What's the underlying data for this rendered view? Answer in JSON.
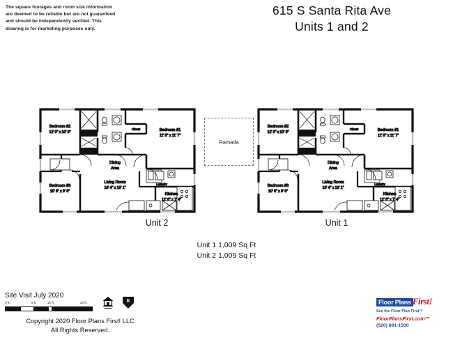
{
  "disclaimer": {
    "line1": "The square footages and room size information",
    "line2": "are deemed to be reliable but are not guaranteed",
    "line3": "and should be independently verified. This",
    "line4": "drawing is for marketing purposes only."
  },
  "title": {
    "address": "615 S Santa Rita Ave",
    "units": "Units 1 and 2"
  },
  "ramada": {
    "label": "Ramada"
  },
  "units": [
    {
      "caption": "Unit 2",
      "rooms": {
        "bedroom2": {
          "name": "Bedroom #2",
          "dim": "12' 0\" x 10' 3\""
        },
        "bedroom1": {
          "name": "Bedroom #1",
          "dim": "11' 5\" x 11' 7\""
        },
        "bedroom3": {
          "name": "Bedroom #3",
          "dim": "10' 5\" x 9' 8\""
        },
        "living": {
          "name": "Living Room",
          "dim": "16' 4\" x 13' 1\""
        },
        "kitchen": {
          "name": "Kitchen",
          "dim": "12' 8\" x 7' 4\""
        },
        "dining": {
          "name1": "Dining",
          "name2": "Area"
        },
        "closet": {
          "name": "Closet"
        },
        "laundry": {
          "name": "Laundry"
        }
      }
    },
    {
      "caption": "Unit 1",
      "rooms": {
        "bedroom2": {
          "name": "Bedroom #2",
          "dim": "12' 0\" x 10' 3\""
        },
        "bedroom1": {
          "name": "Bedroom #1",
          "dim": "11' 5\" x 11' 7\""
        },
        "bedroom3": {
          "name": "Bedroom #3",
          "dim": "10' 5\" x 9' 8\""
        },
        "living": {
          "name": "Living Room",
          "dim": "16' 4\" x 13' 1\""
        },
        "kitchen": {
          "name": "Kitchen",
          "dim": "12' 8\" x 7' 4\""
        },
        "dining": {
          "name1": "Dining",
          "name2": "Area"
        },
        "closet": {
          "name": "Closet"
        },
        "laundry": {
          "name": "Laundry"
        }
      }
    }
  ],
  "areas": {
    "unit1": "Unit 1   1,009 Sq Ft",
    "unit2": "Unit 2   1,009 Sq Ft"
  },
  "footer": {
    "site_visit": "Site Visit July 2020",
    "scale": {
      "t0": "0 ft.",
      "t6": "6 ft.",
      "t10": "10 ft.",
      "t20": "20 ft."
    },
    "copyright_line1": "Copyright 2020 Floor Plans First! LLC",
    "copyright_line2": "All Rights Reserved."
  },
  "logo": {
    "name_box": "Floor Plans",
    "name_script": "First!",
    "tagline": "See the Floor Plan First™",
    "url": "FloorPlansFirst.com™",
    "phone": "(520) 881-1500",
    "box_color": "#1b4b9e",
    "script_color": "#cc1417"
  }
}
